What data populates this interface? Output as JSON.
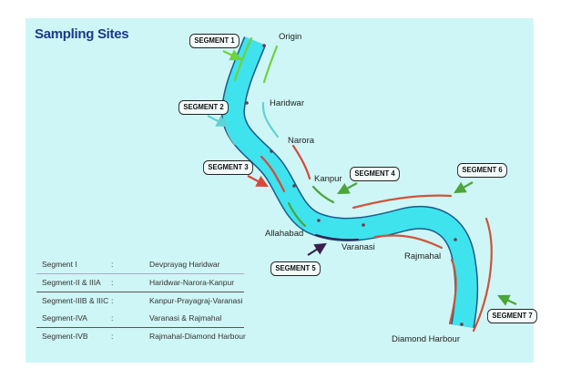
{
  "title": "Sampling Sites",
  "colors": {
    "background": "#cff6f6",
    "river": "#3ee3ee",
    "river_edge": "#1a5a8a",
    "segment1": "#6cd33c",
    "segment2": "#5fd3d8",
    "segment3": "#d8473a",
    "segment4": "#4aa53a",
    "segment5": "#3a1f4e",
    "segment6": "#d0553a",
    "segment7": "#c8553a",
    "title": "#1c3a86"
  },
  "segments": [
    {
      "label": "SEGMENT 1"
    },
    {
      "label": "SEGMENT 2"
    },
    {
      "label": "SEGMENT 3"
    },
    {
      "label": "SEGMENT 4"
    },
    {
      "label": "SEGMENT 5"
    },
    {
      "label": "SEGMENT 6"
    },
    {
      "label": "SEGMENT 7"
    }
  ],
  "places": [
    {
      "name": "Origin"
    },
    {
      "name": "Haridwar"
    },
    {
      "name": "Narora"
    },
    {
      "name": "Kanpur"
    },
    {
      "name": "Allahabad"
    },
    {
      "name": "Varanasi"
    },
    {
      "name": "Rajmahal"
    },
    {
      "name": "Diamond Harbour"
    }
  ],
  "legend": [
    {
      "segment": "Segment I",
      "sep": ":",
      "route": "Devprayag Haridwar"
    },
    {
      "segment": "Segment-II & IIIA",
      "sep": ":",
      "route": "Haridwar-Narora-Kanpur"
    },
    {
      "segment": "Segment-IIIB & IIIC",
      "sep": ":",
      "route": "Kanpur-Prayagraj-Varanasi"
    },
    {
      "segment": "Segment-IVA",
      "sep": ":",
      "route": "Varanasi & Rajmahal"
    },
    {
      "segment": "Segment-IVB",
      "sep": ":",
      "route": "Rajmahal-Diamond Harbour"
    }
  ]
}
